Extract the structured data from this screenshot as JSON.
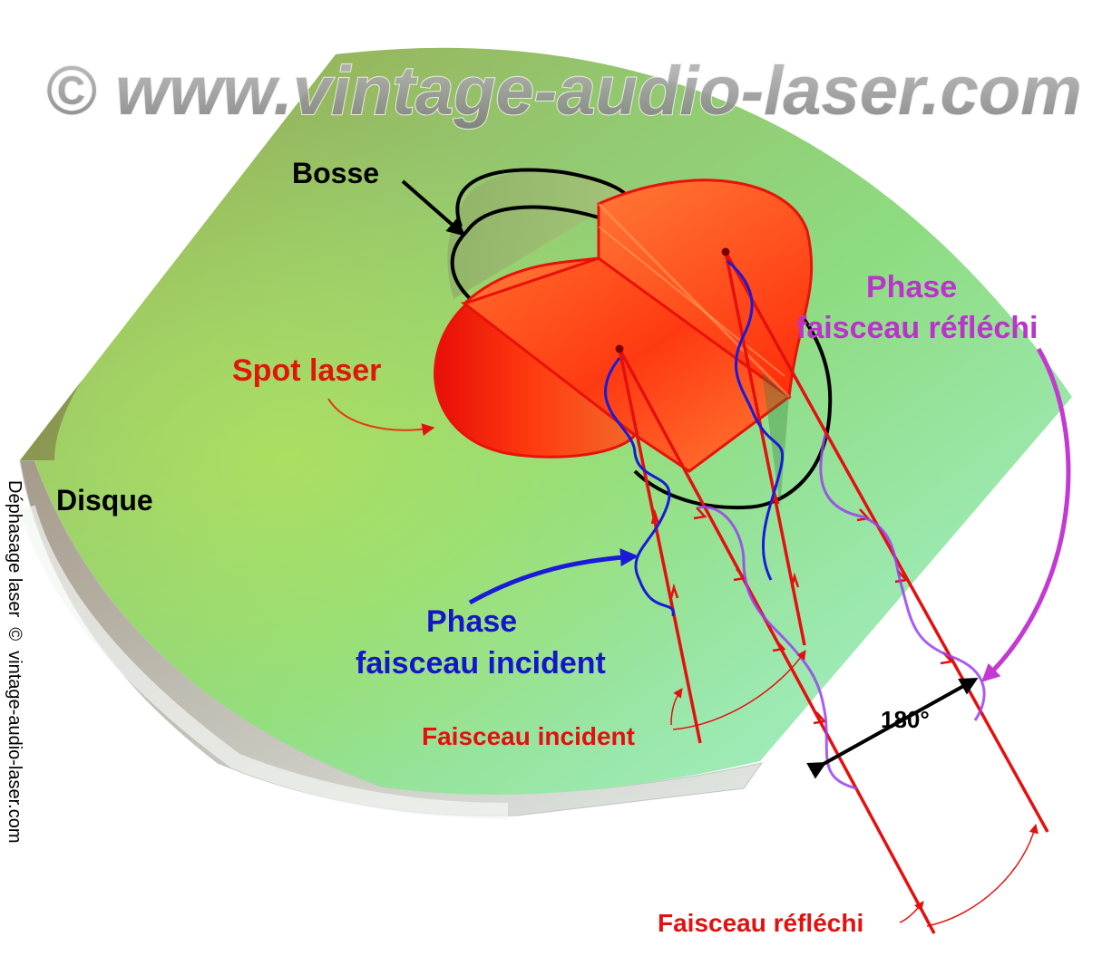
{
  "watermark": "© www.vintage-audio-laser.com",
  "side_caption": "Déphasage laser  ©  vintage-audio-laser.com",
  "labels": {
    "bump": "Bosse",
    "laser_spot": "Spot laser",
    "disc": "Disque",
    "reflected_phase_line1": "Phase",
    "reflected_phase_line2": "faisceau réfléchi",
    "incident_phase_line1": "Phase",
    "incident_phase_line2": "faisceau incident",
    "incident_beam": "Faisceau incident",
    "reflected_beam": "Faisceau réfléchi",
    "phase_shift": "180°"
  },
  "colors": {
    "beam": "#e41010",
    "incident_wave": "#1a1ad8",
    "reflected_wave": "#9a40ee",
    "reflected_label": "#bb33cc",
    "incident_label": "#1515cc",
    "black": "#000000",
    "disc": "#8ed88c"
  }
}
